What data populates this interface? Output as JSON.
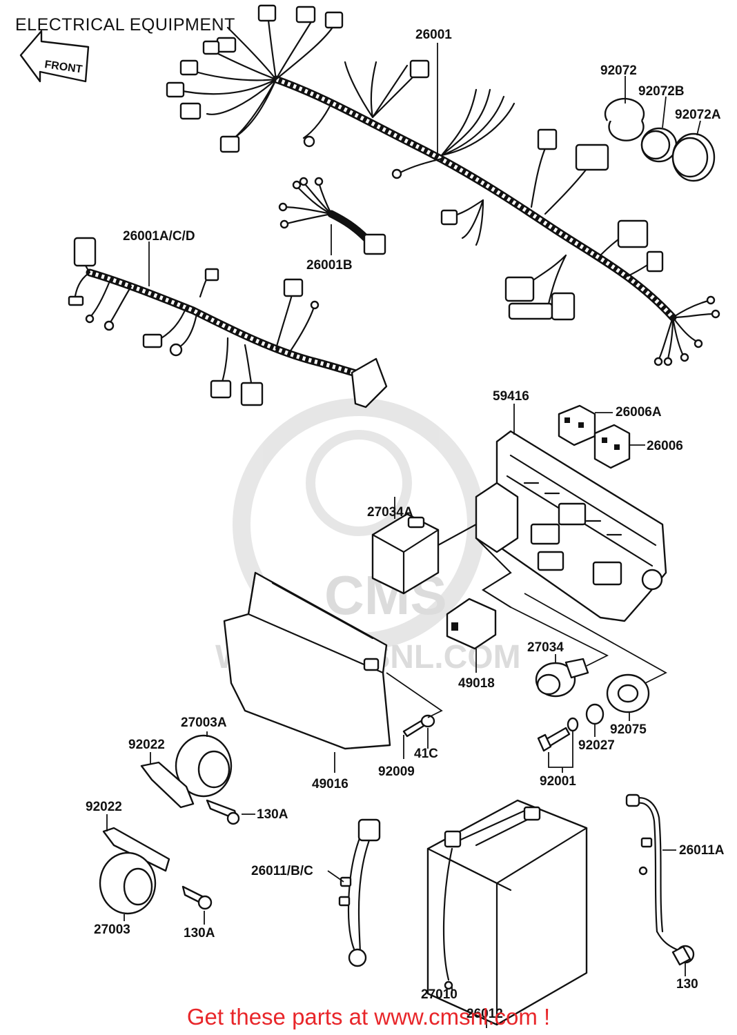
{
  "header": {
    "title": "ELECTRICAL EQUIPMENT"
  },
  "arrow": {
    "label": "FRONT"
  },
  "labels": {
    "p26001": "26001",
    "p92072": "92072",
    "p92072B": "92072B",
    "p92072A": "92072A",
    "p26001ACD": "26001A/C/D",
    "p26001B": "26001B",
    "p59416": "59416",
    "p26006A": "26006A",
    "p26006": "26006",
    "p27034A": "27034A",
    "p27034": "27034",
    "p49018": "49018",
    "p92075": "92075",
    "p92027": "92027",
    "p92001": "92001",
    "p27003A": "27003A",
    "p92022a": "92022",
    "p92022b": "92022",
    "p130Aa": "130A",
    "p130Ab": "130A",
    "p41C": "41C",
    "p92009": "92009",
    "p49016": "49016",
    "p27003": "27003",
    "p26011BC": "26011/B/C",
    "p26011A": "26011A",
    "p130": "130",
    "p27010": "27010",
    "p26012": "26012"
  },
  "watermark": {
    "brand": "CMS",
    "url": "WWW.CMSNL.COM"
  },
  "footer": {
    "text": "Get these parts at www.cmsnl.com !"
  },
  "colors": {
    "footer": "#e8262a",
    "ink": "#111111",
    "watermark": "#d9d9d9"
  }
}
